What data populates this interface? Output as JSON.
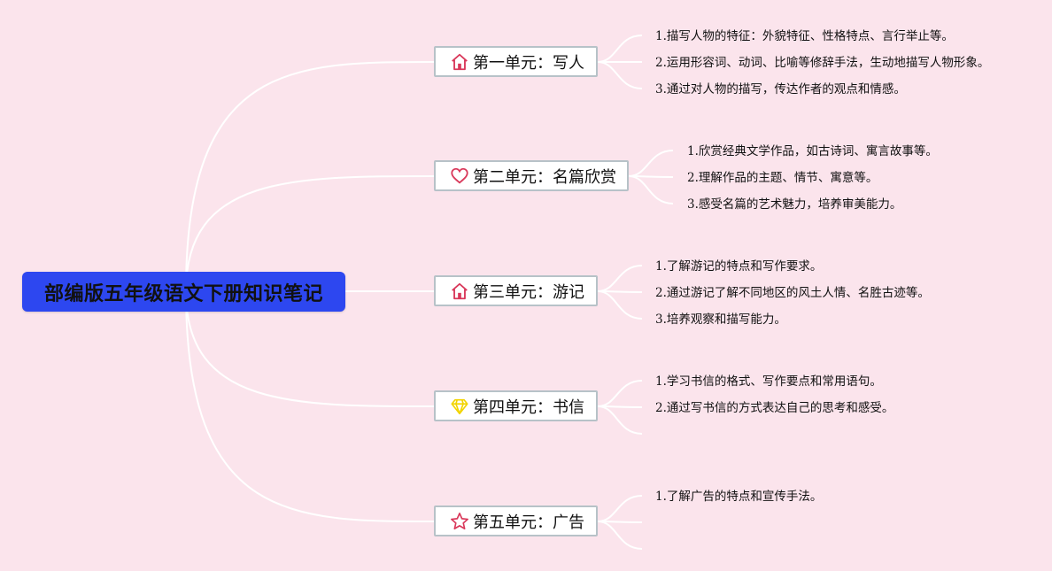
{
  "root": {
    "title": "部编版五年级语文下册知识笔记"
  },
  "units": [
    {
      "title": "第一单元：写人",
      "icon": "home-icon",
      "items": [
        "1.描写人物的特征：外貌特征、性格特点、言行举止等。",
        "2.运用形容词、动词、比喻等修辞手法，生动地描写人物形象。",
        "3.通过对人物的描写，传达作者的观点和情感。"
      ]
    },
    {
      "title": "第二单元：名篇欣赏",
      "icon": "heart-icon",
      "items": [
        "1.欣赏经典文学作品，如古诗词、寓言故事等。",
        "2.理解作品的主题、情节、寓意等。",
        "3.感受名篇的艺术魅力，培养审美能力。"
      ]
    },
    {
      "title": "第三单元：游记",
      "icon": "home-icon",
      "items": [
        "1.了解游记的特点和写作要求。",
        "2.通过游记了解不同地区的风土人情、名胜古迹等。",
        "3.培养观察和描写能力。"
      ]
    },
    {
      "title": "第四单元：书信",
      "icon": "diamond-icon",
      "items": [
        "1.学习书信的格式、写作要点和常用语句。",
        "2.通过写书信的方式表达自己的思考和感受。"
      ]
    },
    {
      "title": "第五单元：广告",
      "icon": "star-icon",
      "items": [
        "1.了解广告的特点和宣传手法。"
      ]
    }
  ],
  "colors": {
    "background": "#fbe4ec",
    "root_fill": "#2d47f0",
    "connector": "#ffffff",
    "node_border": "#b7c2c8",
    "home_icon": "#d9385a",
    "heart_icon": "#d9385a",
    "diamond_icon": "#f2d400",
    "star_icon": "#d9385a"
  }
}
